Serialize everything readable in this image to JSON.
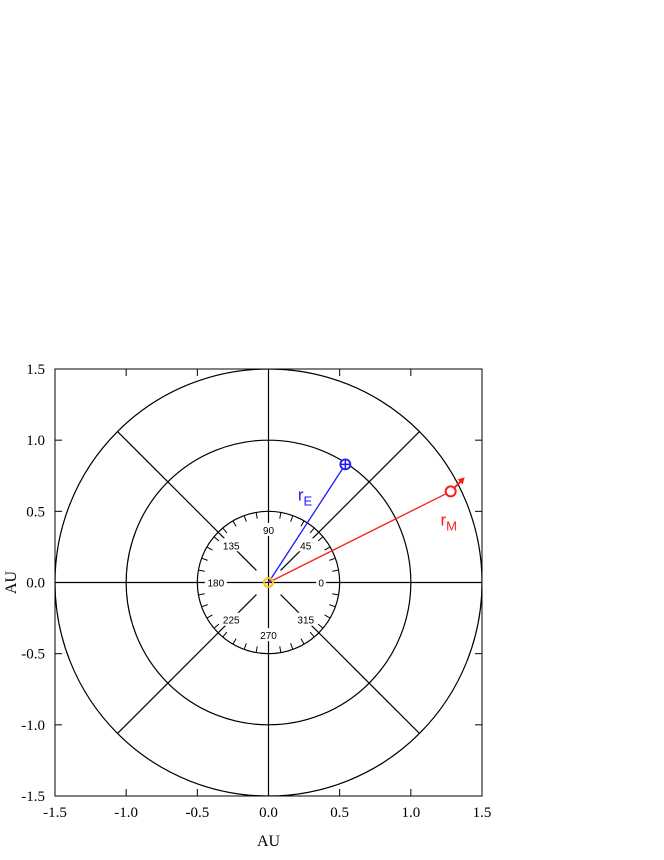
{
  "chart_data": {
    "type": "scatter",
    "title": "",
    "xlabel": "AU",
    "ylabel": "AU",
    "xlim": [
      -1.5,
      1.5
    ],
    "ylim": [
      -1.5,
      1.5
    ],
    "x_ticks": [
      "-1.5",
      "-1.0",
      "-0.5",
      "0.0",
      "0.5",
      "1.0",
      "1.5"
    ],
    "y_ticks": [
      "-1.5",
      "-1.0",
      "-0.5",
      "0.0",
      "0.5",
      "1.0",
      "1.5"
    ],
    "x_tick_values": [
      -1.5,
      -1.0,
      -0.5,
      0.0,
      0.5,
      1.0,
      1.5
    ],
    "y_tick_values": [
      -1.5,
      -1.0,
      -0.5,
      0.0,
      0.5,
      1.0,
      1.5
    ],
    "circle_radii": [
      0.5,
      1.0,
      1.5
    ],
    "radial_line_angles_deg": [
      0,
      45,
      90,
      135,
      180,
      225,
      270,
      315
    ],
    "angle_labels": [
      "0",
      "45",
      "90",
      "135",
      "180",
      "225",
      "270",
      "315"
    ],
    "angle_label_values": [
      0,
      45,
      90,
      135,
      180,
      225,
      270,
      315
    ],
    "angle_minor_tick_step_deg": 10,
    "sun": {
      "x": 0.0,
      "y": 0.0,
      "color": "#f5c518"
    },
    "vectors": [
      {
        "label": "r",
        "subscript": "E",
        "color": "#1a1aff",
        "to": {
          "x": 0.54,
          "y": 0.83
        },
        "symbol": "earth-icon"
      },
      {
        "label": "r",
        "subscript": "M",
        "color": "#ff1a1a",
        "to": {
          "x": 1.28,
          "y": 0.64
        },
        "symbol": "mars-icon"
      }
    ],
    "grid": true
  }
}
